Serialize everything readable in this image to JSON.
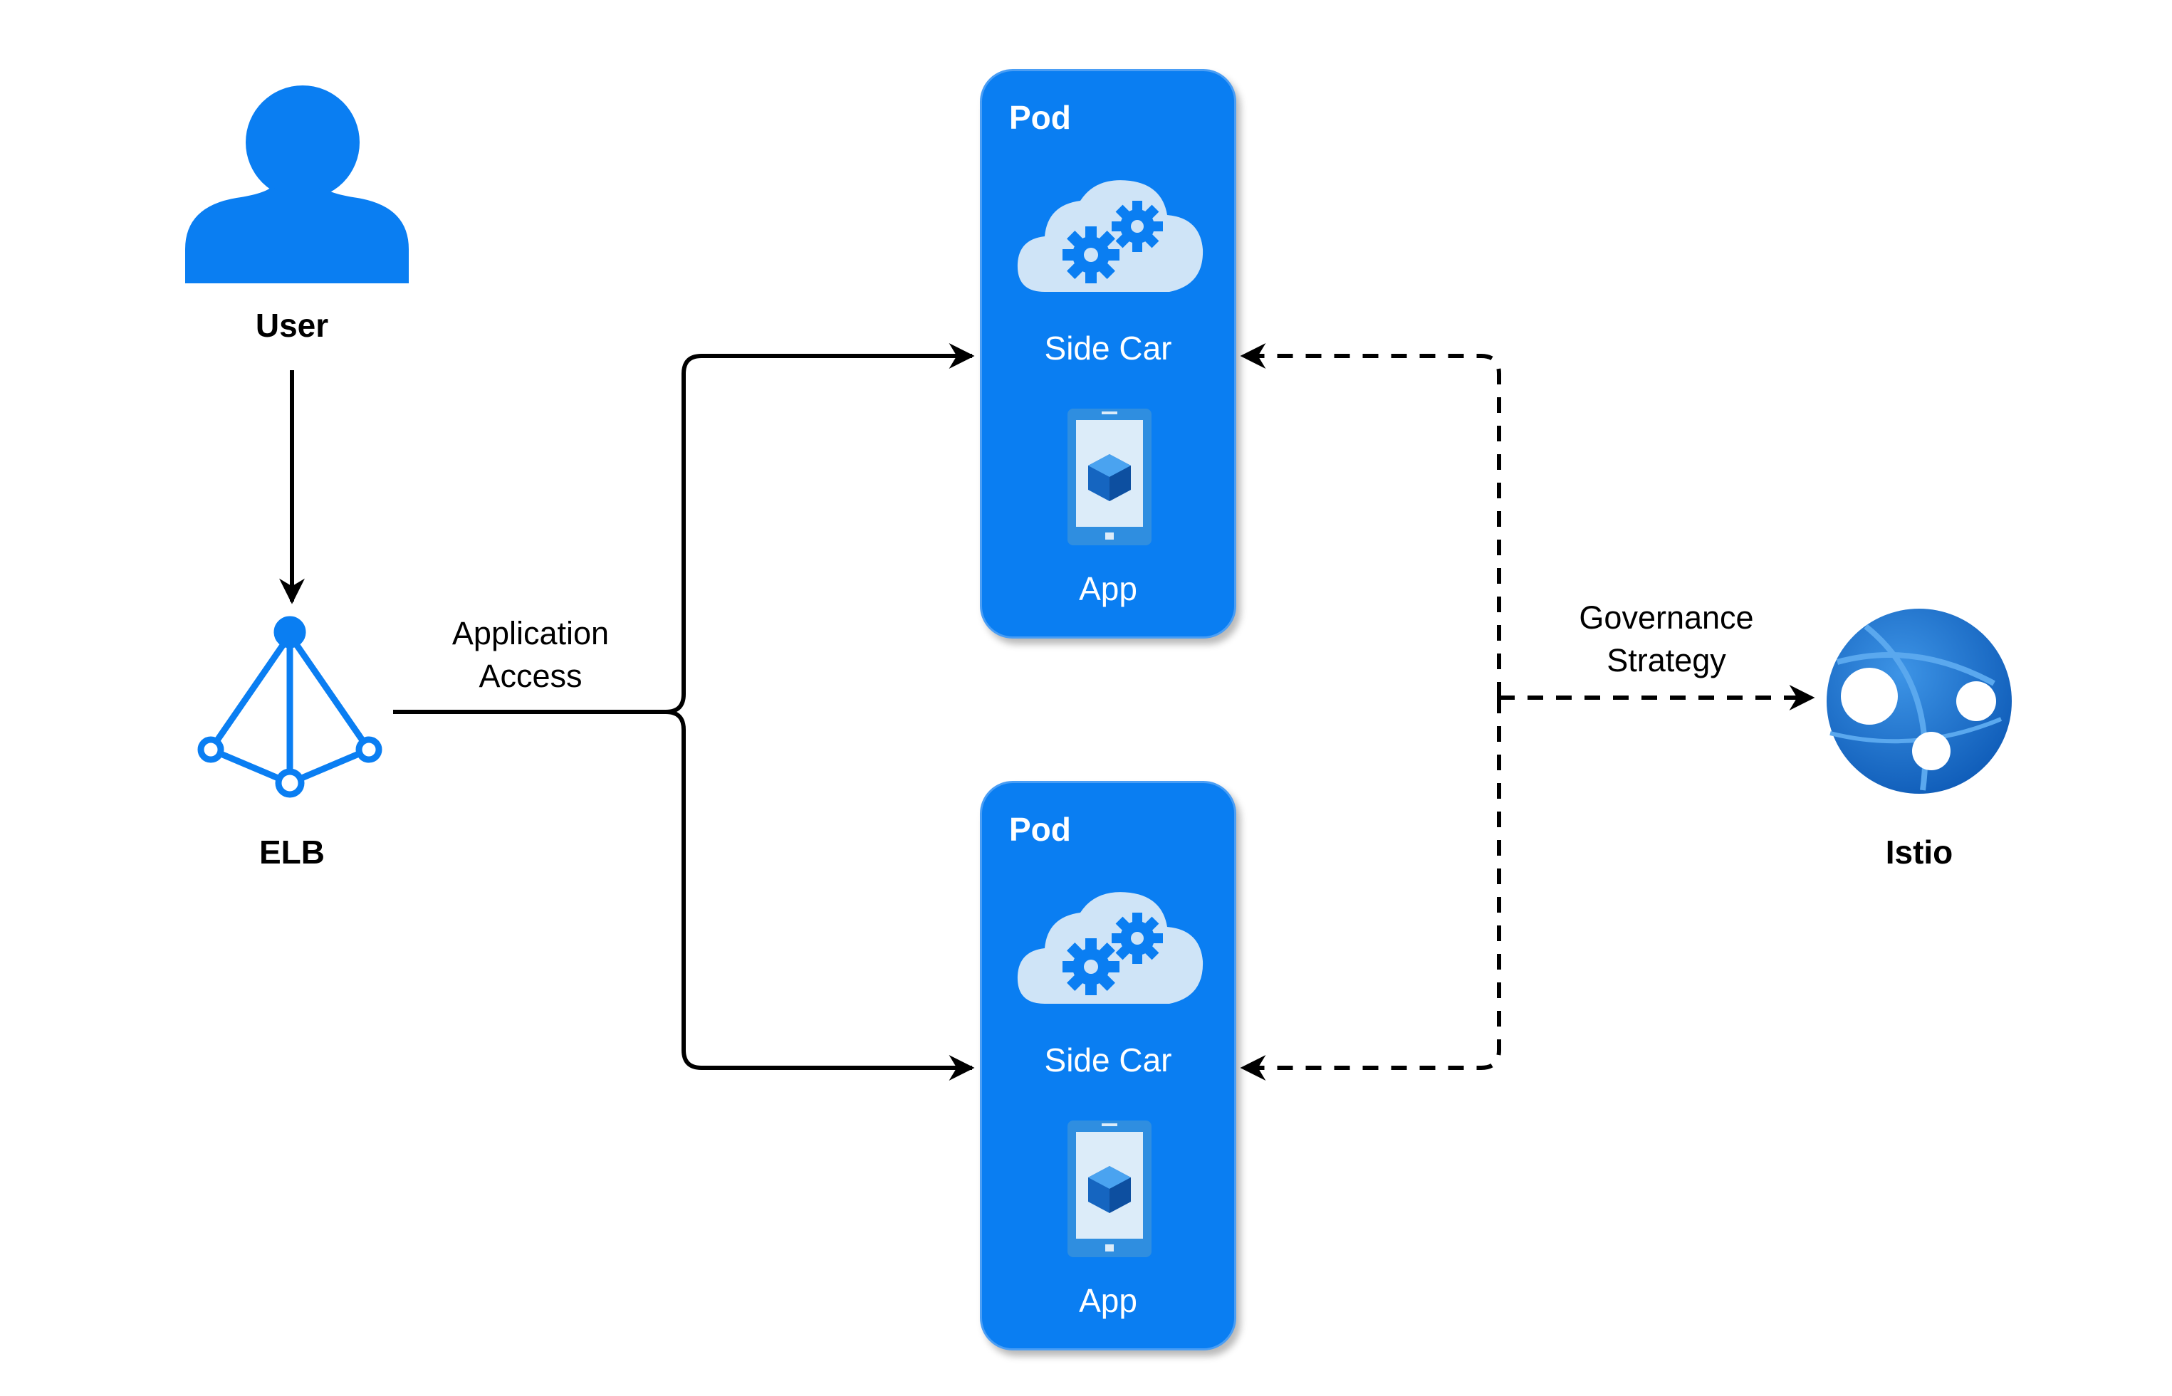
{
  "nodes": {
    "user": {
      "label": "User",
      "icon": "user-icon"
    },
    "elb": {
      "label": "ELB",
      "icon": "load-balancer-icon"
    },
    "istio": {
      "label": "Istio",
      "icon": "istio-globe-icon"
    },
    "pods": [
      {
        "title": "Pod",
        "sidecar_label": "Side Car",
        "app_label": "App",
        "sidecar_icon": "cloud-gears-icon",
        "app_icon": "mobile-app-icon"
      },
      {
        "title": "Pod",
        "sidecar_label": "Side Car",
        "app_label": "App",
        "sidecar_icon": "cloud-gears-icon",
        "app_icon": "mobile-app-icon"
      }
    ]
  },
  "edges": {
    "application_access": {
      "line1": "Application",
      "line2": "Access",
      "style": "solid"
    },
    "governance_strategy": {
      "line1": "Governance",
      "line2": "Strategy",
      "style": "dashed"
    }
  },
  "colors": {
    "primary": "#0a7ef2",
    "pod_border": "#4a9ef5",
    "cloud_light": "#cfe4f7",
    "line": "#000000"
  }
}
